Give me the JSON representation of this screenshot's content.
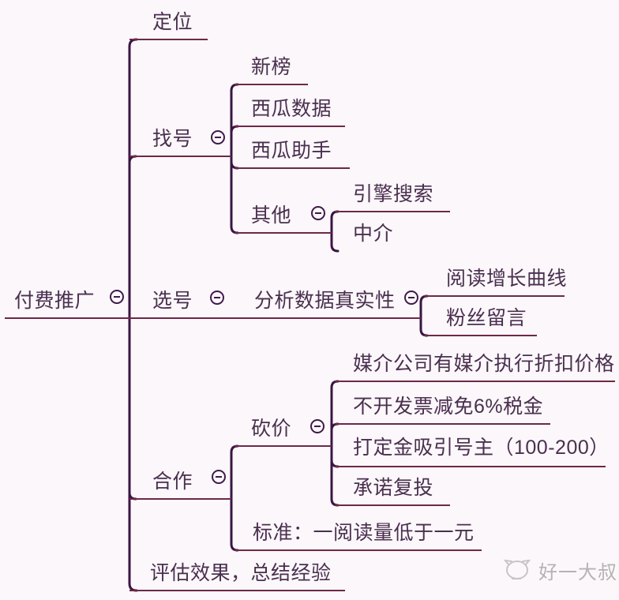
{
  "mindmap": {
    "root": {
      "label": "付费推广",
      "children": [
        {
          "label": "定位"
        },
        {
          "label": "找号",
          "children": [
            {
              "label": "新榜"
            },
            {
              "label": "西瓜数据"
            },
            {
              "label": "西瓜助手"
            },
            {
              "label": "其他",
              "children": [
                {
                  "label": "引擎搜索"
                },
                {
                  "label": "中介"
                }
              ]
            }
          ]
        },
        {
          "label": "选号",
          "children": [
            {
              "label": "分析数据真实性",
              "children": [
                {
                  "label": "阅读增长曲线"
                },
                {
                  "label": "粉丝留言"
                }
              ]
            }
          ]
        },
        {
          "label": "合作",
          "children": [
            {
              "label": "砍价",
              "children": [
                {
                  "label": "媒介公司有媒介执行折扣价格"
                },
                {
                  "label": "不开发票减免6%税金"
                },
                {
                  "label": "打定金吸引号主（100-200）"
                },
                {
                  "label": "承诺复投"
                }
              ]
            },
            {
              "label": "标准：一阅读量低于一元"
            }
          ]
        },
        {
          "label": "评估效果，总结经验"
        }
      ]
    }
  },
  "icons": {
    "collapse": "minus-circle"
  },
  "watermark": {
    "text": "好一大叔"
  },
  "colors": {
    "background": "#fbf7fa",
    "line_vertical": "#3a1543",
    "line_horizontal": "#6e2847",
    "text": "#4a2f4f",
    "watermark": "#b5b3b3"
  }
}
